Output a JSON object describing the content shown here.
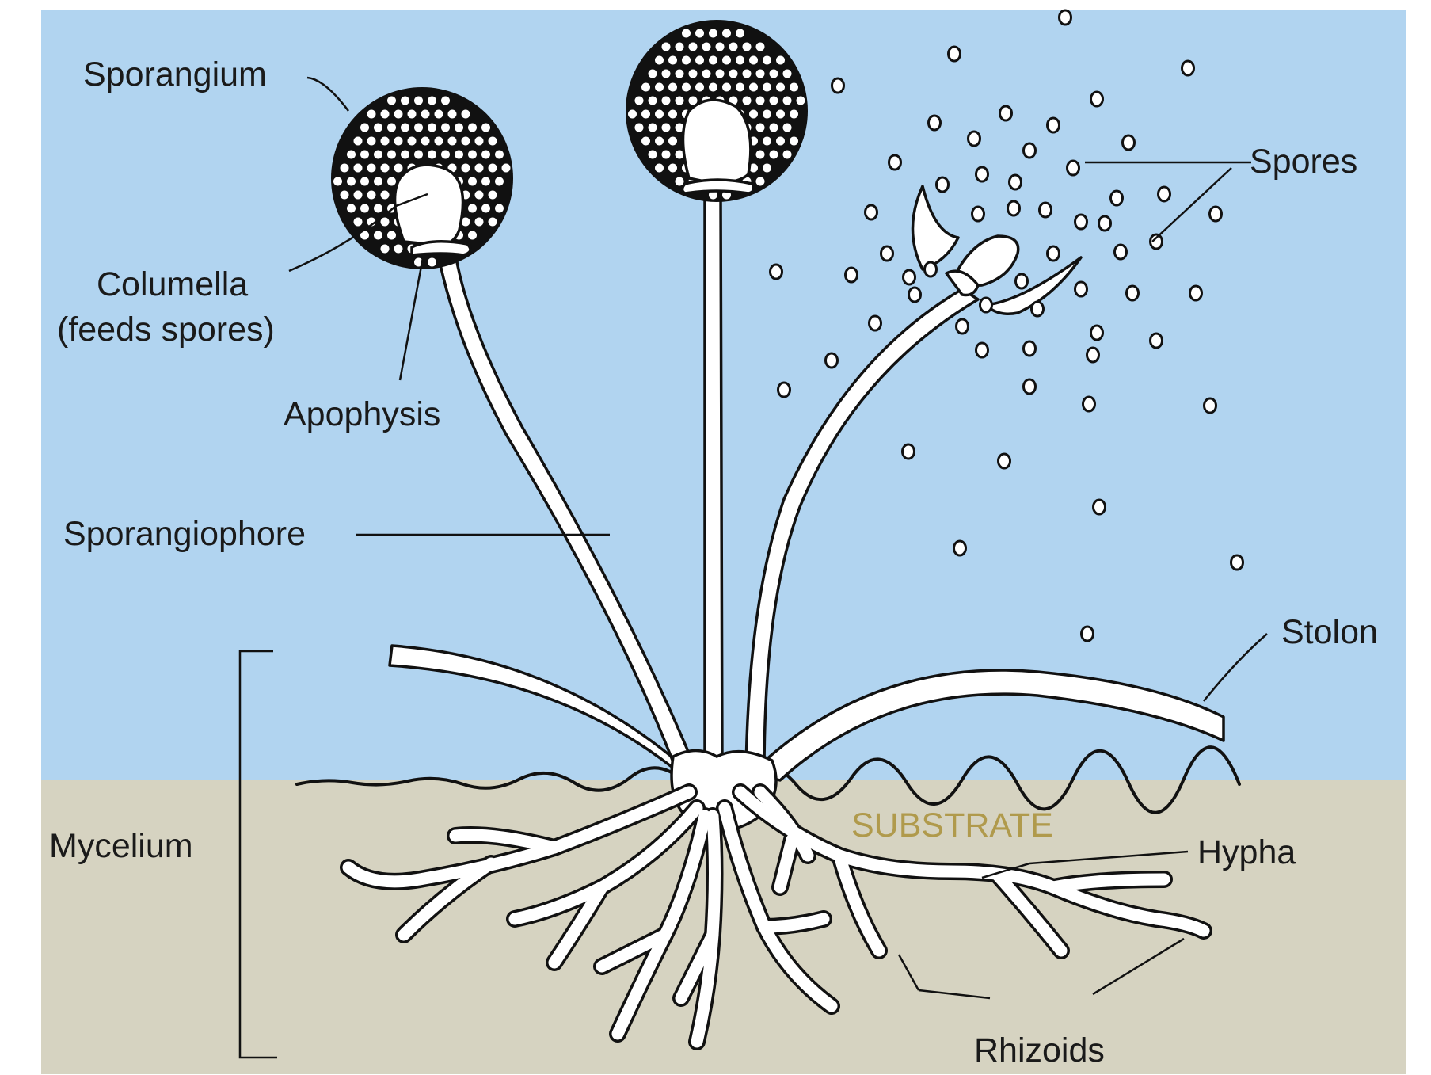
{
  "colors": {
    "sky": "#b1d4f0",
    "substrate": "#d6d3c1",
    "outline": "#111111",
    "fungus": "#ffffff",
    "substrate_label": "#b09a4c"
  },
  "labels": {
    "sporangium": "Sporangium",
    "columella_line1": "Columella",
    "columella_line2": "(feeds spores)",
    "apophysis": "Apophysis",
    "sporangiophore": "Sporangiophore",
    "spores": "Spores",
    "stolon": "Stolon",
    "mycelium": "Mycelium",
    "substrate": "SUBSTRATE",
    "hypha": "Hypha",
    "rhizoids": "Rhizoids"
  }
}
